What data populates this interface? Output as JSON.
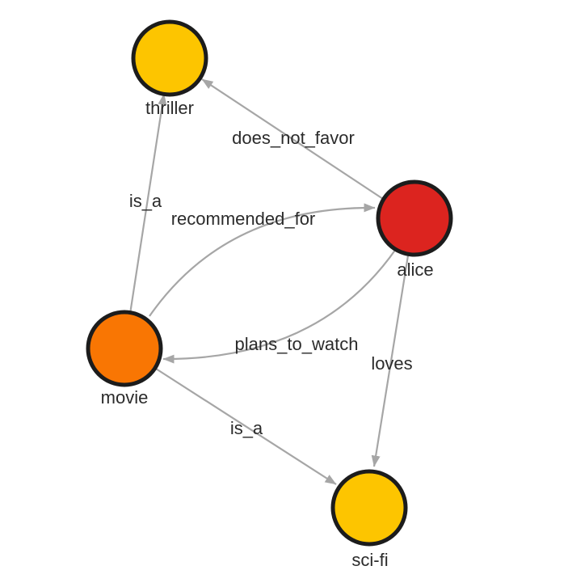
{
  "graph": {
    "edge_color": "#a6a6a6",
    "label_color": "#2b2b2b",
    "node_border_color": "#1c1c1c",
    "nodes": [
      {
        "id": "thriller",
        "label": "thriller",
        "color": "#fdc500"
      },
      {
        "id": "alice",
        "label": "alice",
        "color": "#dc241f"
      },
      {
        "id": "movie",
        "label": "movie",
        "color": "#f97603"
      },
      {
        "id": "sci-fi",
        "label": "sci-fi",
        "color": "#fdc500"
      }
    ],
    "edges": [
      {
        "source": "movie",
        "target": "thriller",
        "label": "is_a"
      },
      {
        "source": "alice",
        "target": "thriller",
        "label": "does_not_favor"
      },
      {
        "source": "movie",
        "target": "alice",
        "label": "recommended_for"
      },
      {
        "source": "alice",
        "target": "movie",
        "label": "plans_to_watch"
      },
      {
        "source": "alice",
        "target": "sci-fi",
        "label": "loves"
      },
      {
        "source": "movie",
        "target": "sci-fi",
        "label": "is_a"
      }
    ]
  }
}
